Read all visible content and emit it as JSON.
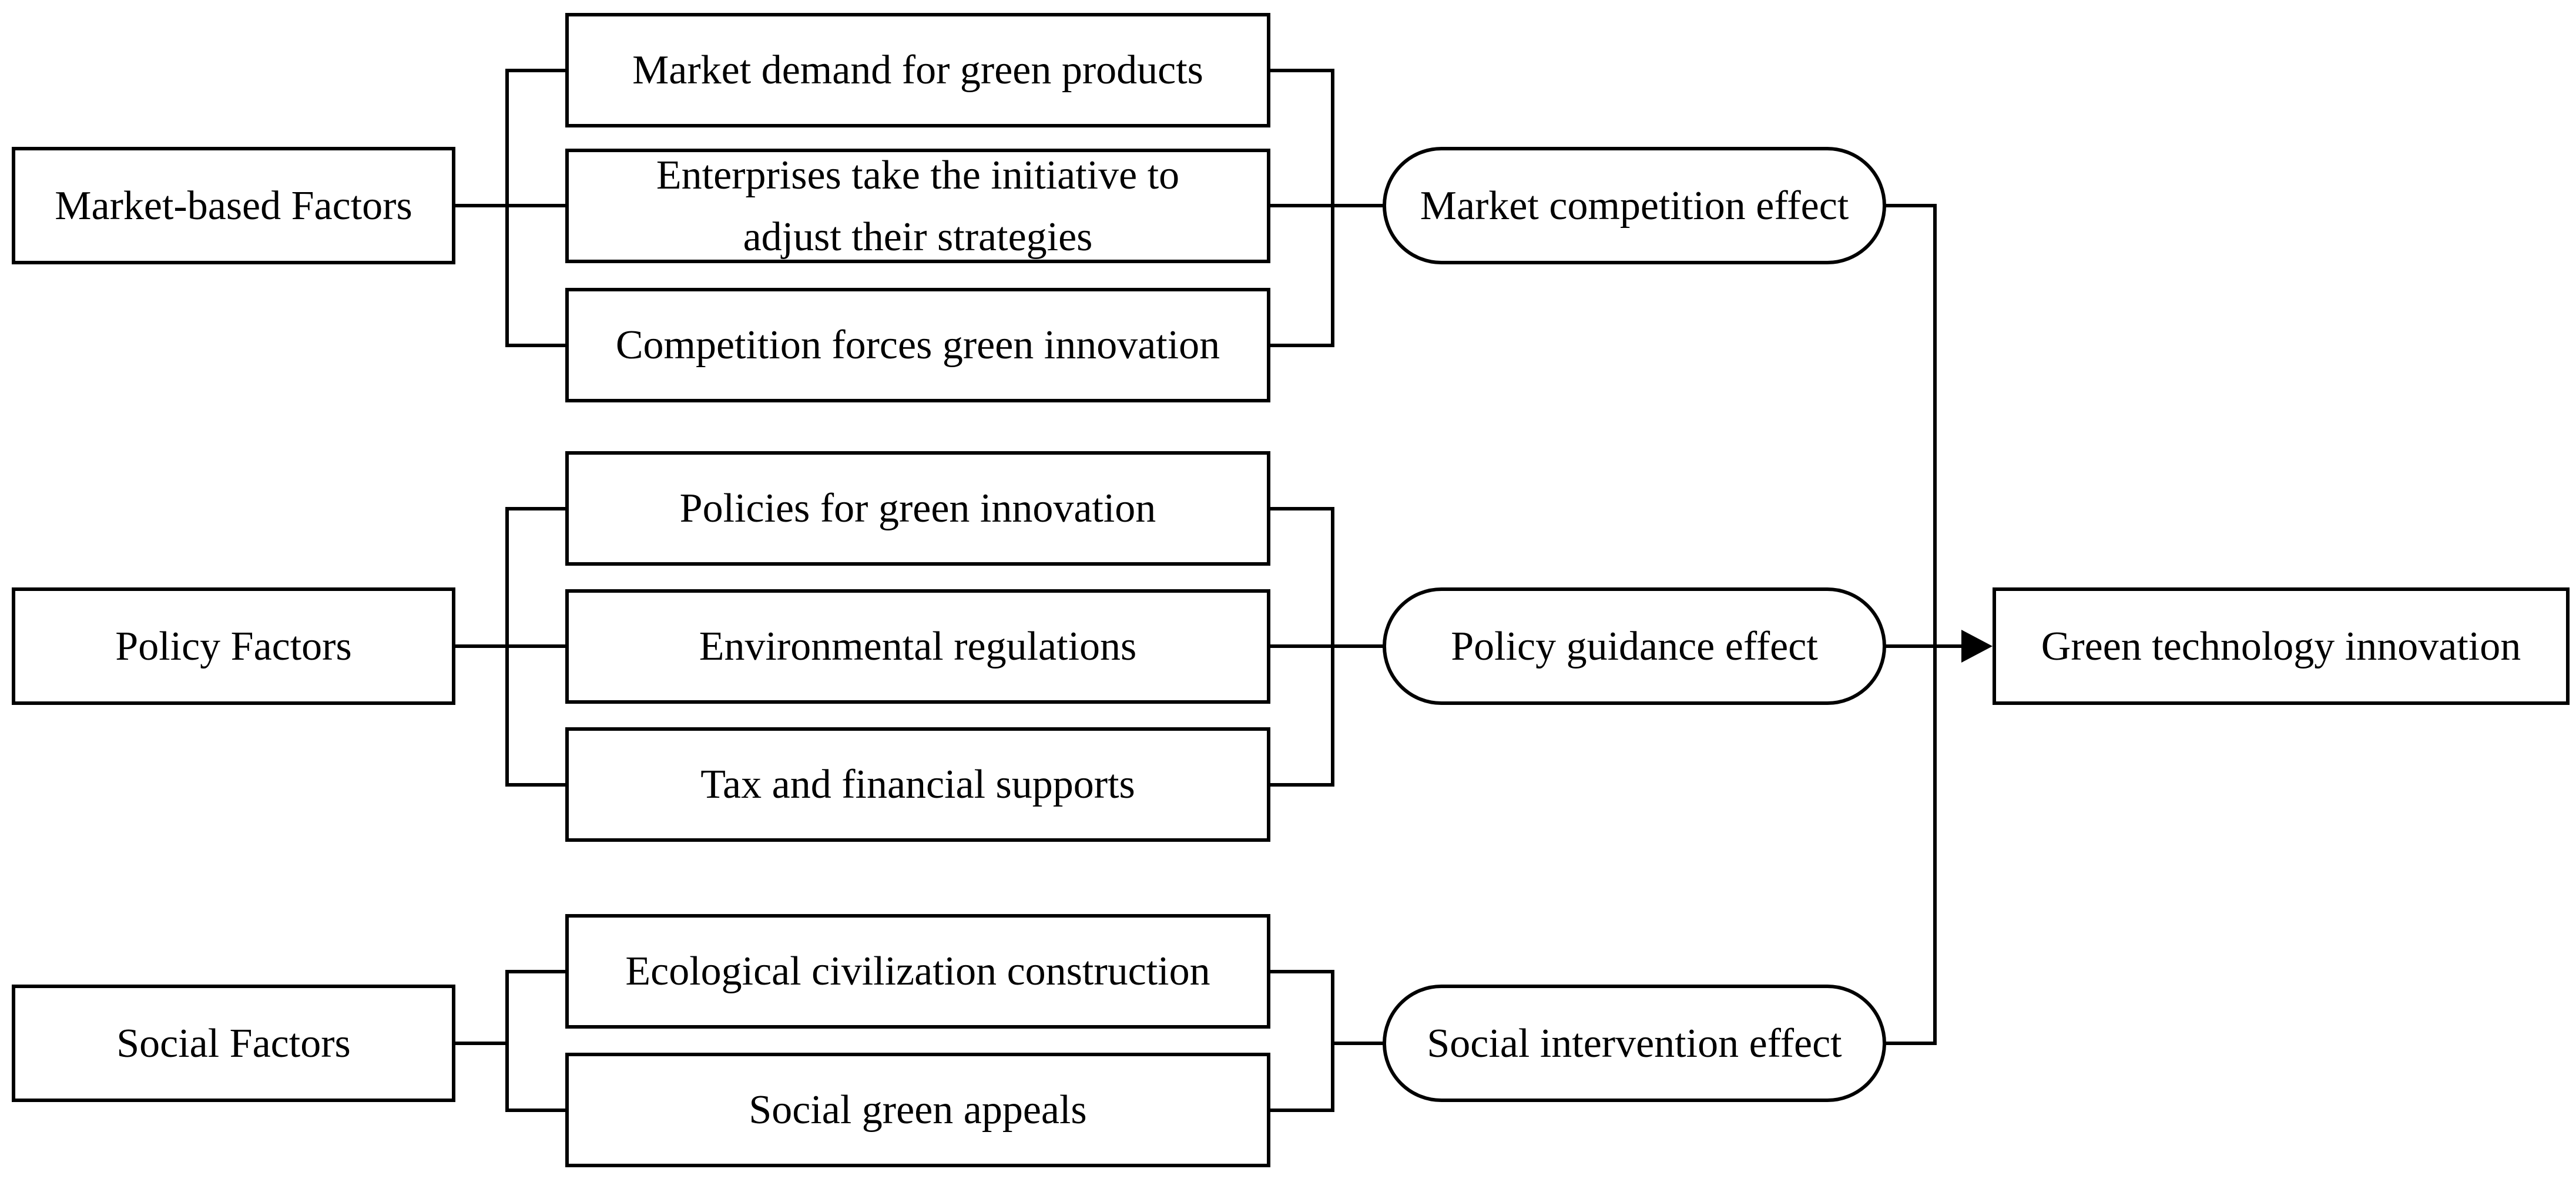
{
  "colors": {
    "background": "#ffffff",
    "line": "#000000",
    "box_fill": "#ffffff",
    "text": "#000000"
  },
  "diagram": {
    "groups": [
      {
        "factor": "Market-based Factors",
        "subfactors": [
          "Market demand for green products",
          "Enterprises take the initiative to adjust their strategies",
          "Competition forces green innovation"
        ],
        "effect": "Market competition effect"
      },
      {
        "factor": "Policy Factors",
        "subfactors": [
          "Policies for green innovation",
          "Environmental regulations",
          "Tax and financial supports"
        ],
        "effect": "Policy guidance effect"
      },
      {
        "factor": "Social Factors",
        "subfactors": [
          "Ecological civilization construction",
          "Social green appeals"
        ],
        "effect": "Social intervention effect"
      }
    ],
    "outcome": "Green technology innovation"
  }
}
